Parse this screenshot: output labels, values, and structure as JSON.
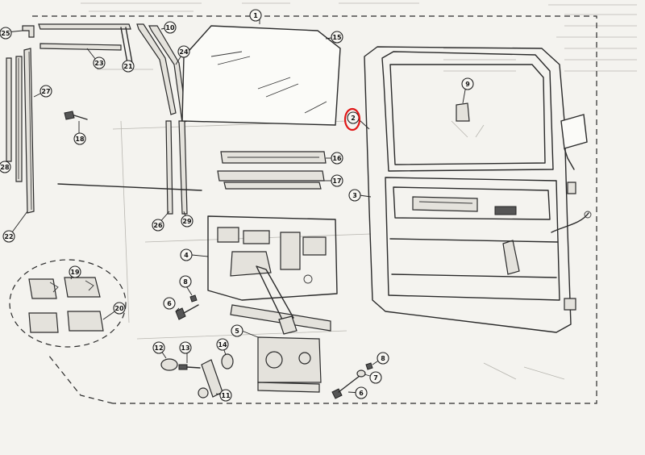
{
  "diagram": {
    "callouts": [
      {
        "id": "1",
        "label": "1"
      },
      {
        "id": "2",
        "label": "2"
      },
      {
        "id": "3",
        "label": "3"
      },
      {
        "id": "4",
        "label": "4"
      },
      {
        "id": "5",
        "label": "5"
      },
      {
        "id": "6a",
        "label": "6"
      },
      {
        "id": "6b",
        "label": "6"
      },
      {
        "id": "7",
        "label": "7"
      },
      {
        "id": "8a",
        "label": "8"
      },
      {
        "id": "8b",
        "label": "8"
      },
      {
        "id": "9",
        "label": "9"
      },
      {
        "id": "10",
        "label": "10"
      },
      {
        "id": "11",
        "label": "11"
      },
      {
        "id": "12",
        "label": "12"
      },
      {
        "id": "13",
        "label": "13"
      },
      {
        "id": "14",
        "label": "14"
      },
      {
        "id": "15",
        "label": "15"
      },
      {
        "id": "16",
        "label": "16"
      },
      {
        "id": "17",
        "label": "17"
      },
      {
        "id": "18",
        "label": "18"
      },
      {
        "id": "19",
        "label": "19"
      },
      {
        "id": "20",
        "label": "20"
      },
      {
        "id": "21",
        "label": "21"
      },
      {
        "id": "22",
        "label": "22"
      },
      {
        "id": "23",
        "label": "23"
      },
      {
        "id": "24",
        "label": "24"
      },
      {
        "id": "25",
        "label": "25"
      },
      {
        "id": "26",
        "label": "26"
      },
      {
        "id": "27",
        "label": "27"
      },
      {
        "id": "28",
        "label": "28"
      },
      {
        "id": "29",
        "label": "29"
      }
    ],
    "highlighted_callout": "2",
    "highlight_color": "#e01818",
    "line_color": "#2a2a2a",
    "background_color": "#f4f3ef"
  }
}
